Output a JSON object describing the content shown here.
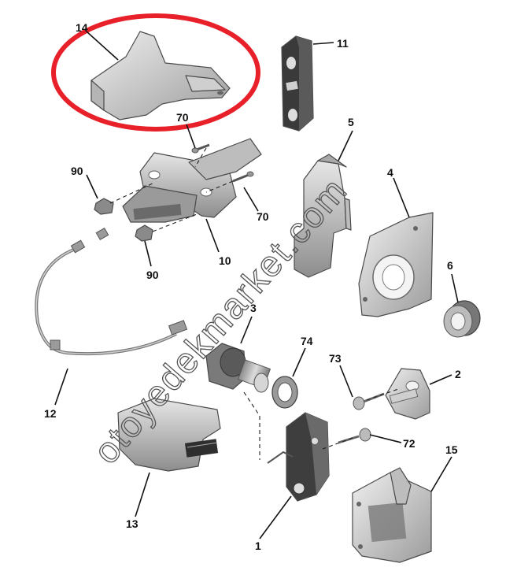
{
  "diagram": {
    "callouts": [
      {
        "id": "14",
        "text": "14"
      },
      {
        "id": "11",
        "text": "11"
      },
      {
        "id": "70a",
        "text": "70"
      },
      {
        "id": "5",
        "text": "5"
      },
      {
        "id": "90a",
        "text": "90"
      },
      {
        "id": "4",
        "text": "4"
      },
      {
        "id": "70b",
        "text": "70"
      },
      {
        "id": "10",
        "text": "10"
      },
      {
        "id": "90b",
        "text": "90"
      },
      {
        "id": "6",
        "text": "6"
      },
      {
        "id": "3",
        "text": "3"
      },
      {
        "id": "74",
        "text": "74"
      },
      {
        "id": "73",
        "text": "73"
      },
      {
        "id": "2",
        "text": "2"
      },
      {
        "id": "12",
        "text": "12"
      },
      {
        "id": "72",
        "text": "72"
      },
      {
        "id": "15",
        "text": "15"
      },
      {
        "id": "13",
        "text": "13"
      },
      {
        "id": "1",
        "text": "1"
      }
    ],
    "watermark": "otoyedekmarket.com",
    "highlight_color": "#e8202a"
  }
}
